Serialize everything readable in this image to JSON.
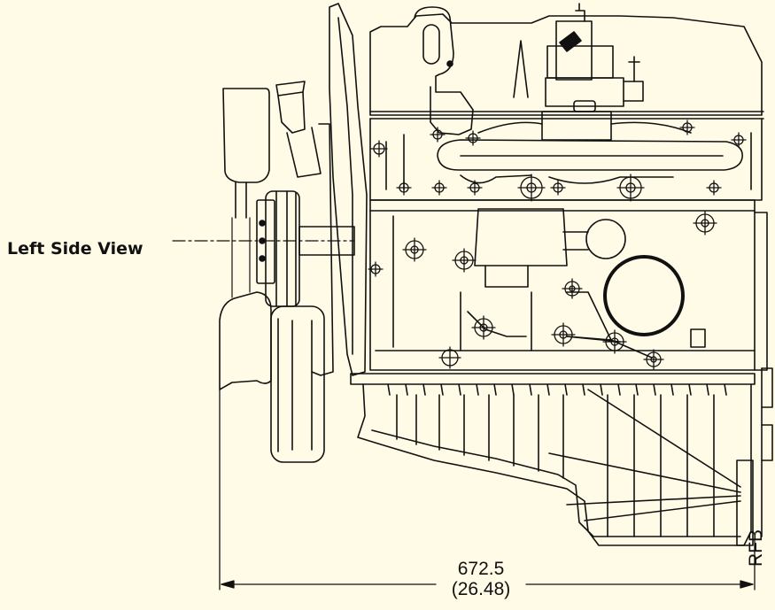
{
  "diagram": {
    "view_label": "Left Side View",
    "dimension": {
      "metric": "672.5",
      "imperial": "(26.48)"
    },
    "code": "RFB",
    "colors": {
      "background": "#fffbe6",
      "line": "#111111"
    }
  }
}
